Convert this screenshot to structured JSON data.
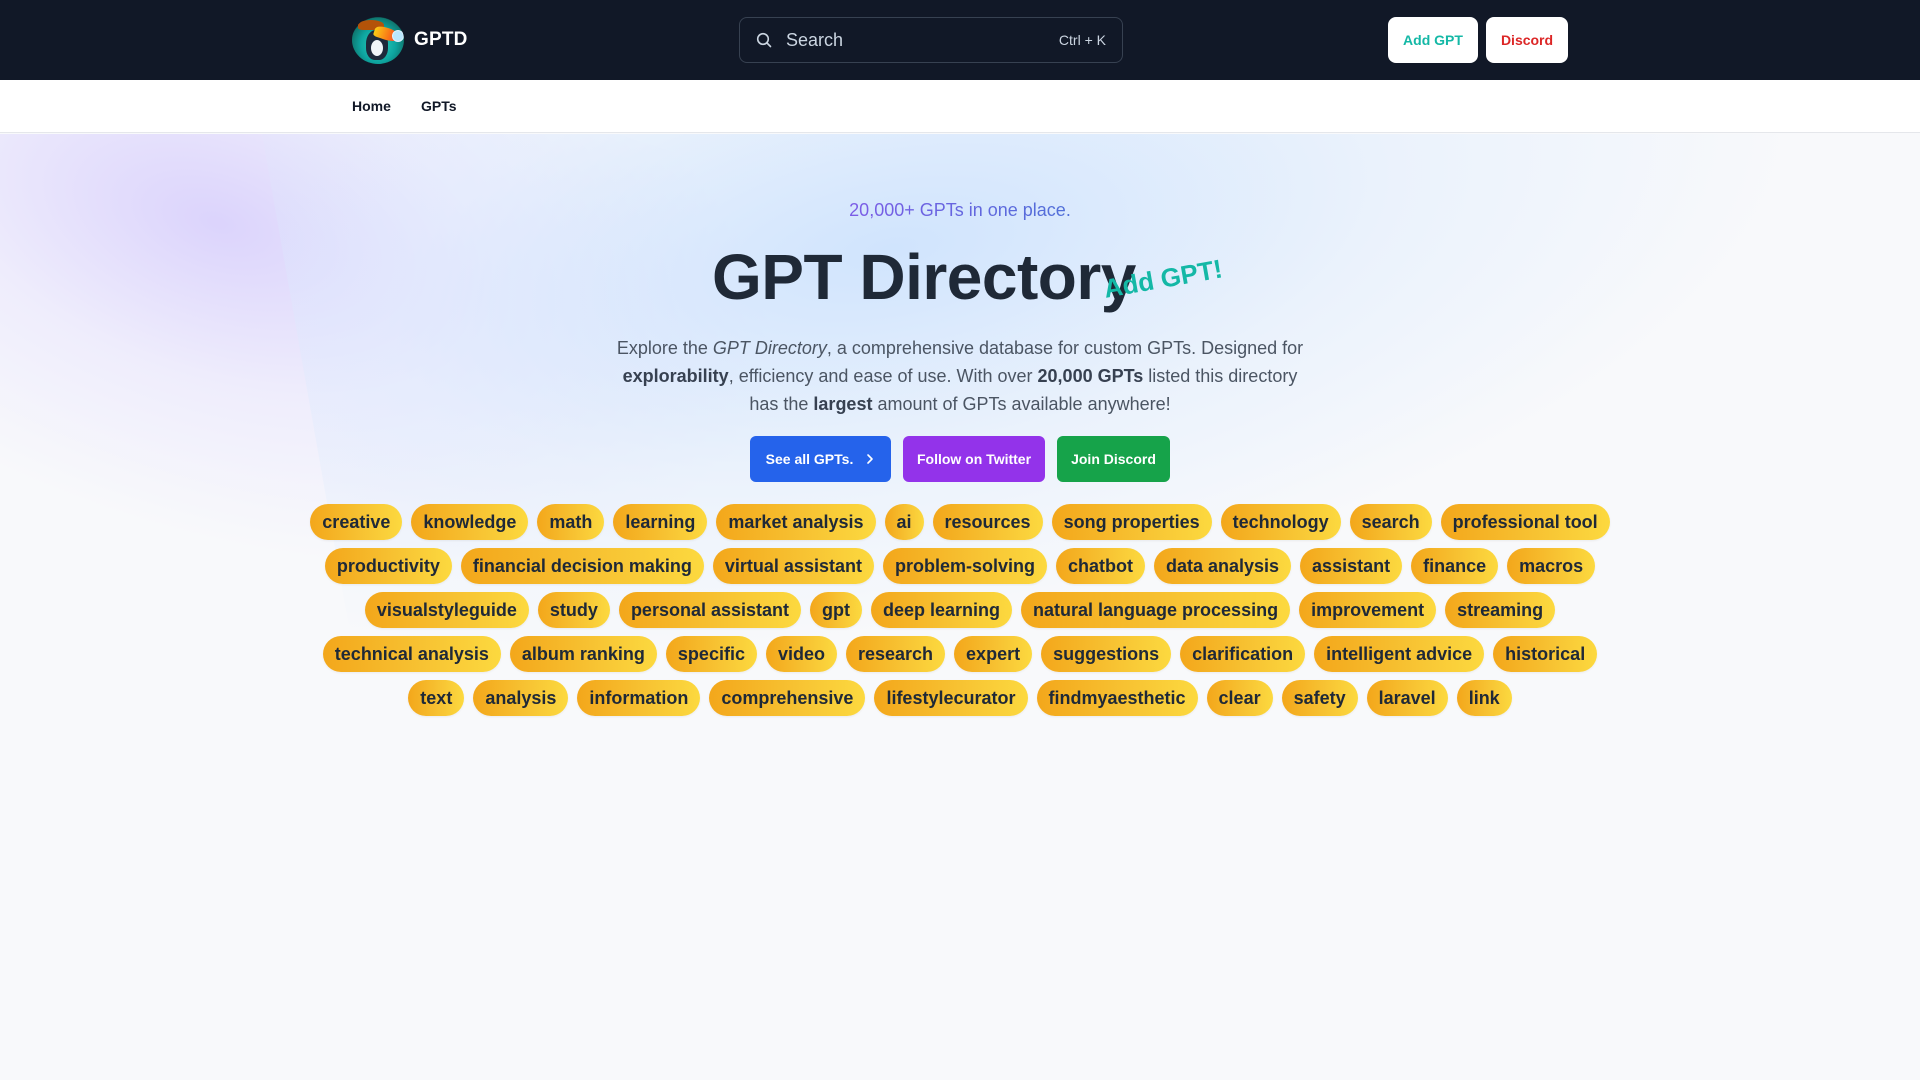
{
  "header": {
    "brand_name": "GPTD",
    "search_placeholder": "Search",
    "search_shortcut": "Ctrl + K",
    "add_gpt_label": "Add GPT",
    "discord_label": "Discord"
  },
  "subnav": {
    "items": [
      {
        "label": "Home"
      },
      {
        "label": "GPTs"
      }
    ]
  },
  "hero": {
    "tagline": "20,000+ GPTs in one place.",
    "title": "GPT Directory",
    "add_gpt_tag": "Add GPT!",
    "description": {
      "p1": "Explore the ",
      "em1": "GPT Directory",
      "p2": ", a comprehensive database for custom GPTs. Designed for ",
      "b1": "explorability",
      "p3": ", efficiency and ease of use. With over ",
      "b2": "20,000 GPTs",
      "p4": " listed this directory has the ",
      "b3": "largest",
      "p5": " amount of GPTs available anywhere!"
    },
    "buttons": {
      "see_all": "See all GPTs.",
      "twitter": "Follow on Twitter",
      "discord": "Join Discord"
    },
    "colors": {
      "see_all": "#2563eb",
      "twitter": "#9333ea",
      "discord": "#16a34a",
      "accent_teal": "#14b8a6"
    }
  },
  "tags": [
    "creative",
    "knowledge",
    "math",
    "learning",
    "market analysis",
    "ai",
    "resources",
    "song properties",
    "technology",
    "search",
    "professional tool",
    "productivity",
    "financial decision making",
    "virtual assistant",
    "problem-solving",
    "chatbot",
    "data analysis",
    "assistant",
    "finance",
    "macros",
    "visualstyleguide",
    "study",
    "personal assistant",
    "gpt",
    "deep learning",
    "natural language processing",
    "improvement",
    "streaming",
    "technical analysis",
    "album ranking",
    "specific",
    "video",
    "research",
    "expert",
    "suggestions",
    "clarification",
    "intelligent advice",
    "historical",
    "text",
    "analysis",
    "information",
    "comprehensive",
    "lifestylecurator",
    "findmyaesthetic",
    "clear",
    "safety",
    "laravel",
    "link"
  ]
}
